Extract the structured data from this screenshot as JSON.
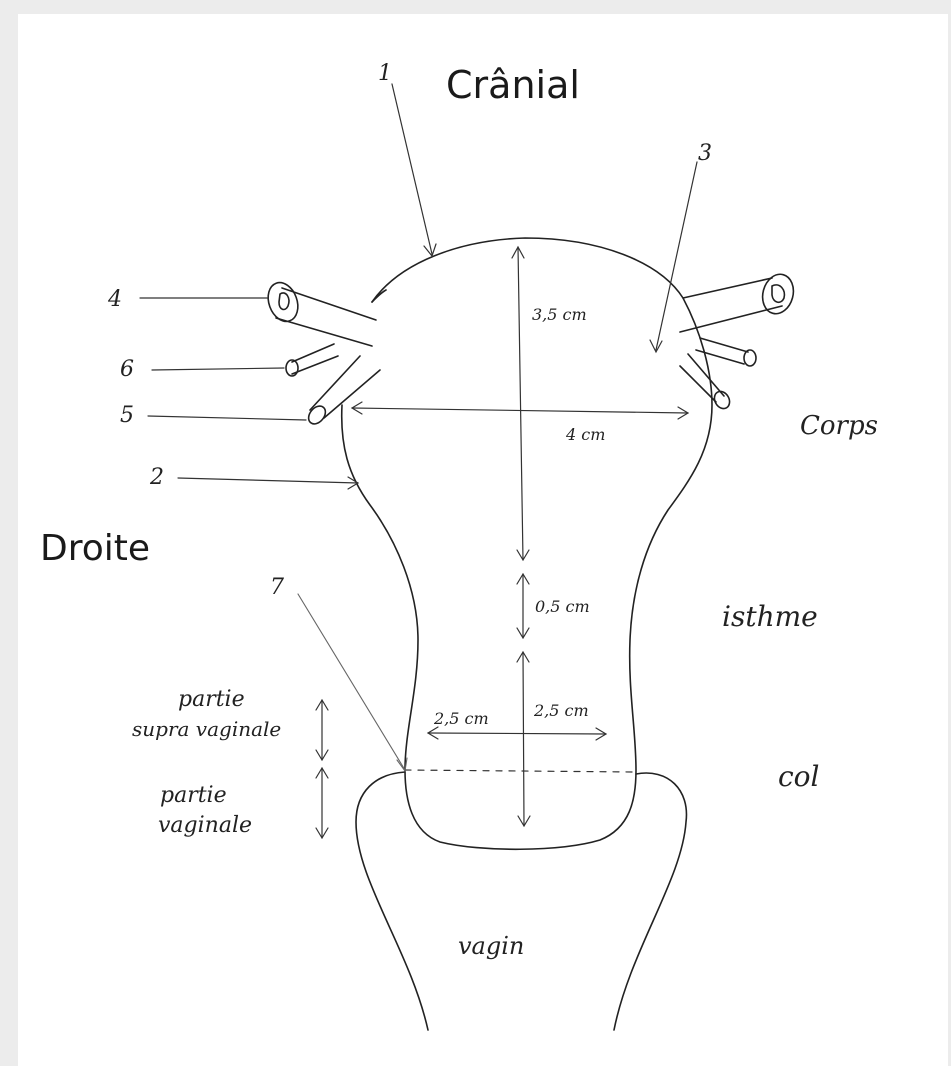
{
  "labels": {
    "cranial": "Crânial",
    "droite": "Droite",
    "corps": "Corps",
    "isthme": "isthme",
    "col": "col",
    "vagin": "vagin",
    "partie_supra_line1": "partie",
    "partie_supra_line2": "supra vaginale",
    "partie_vag_line1": "partie",
    "partie_vag_line2": "vaginale"
  },
  "numbers": {
    "n1": "1",
    "n2": "2",
    "n3": "3",
    "n4": "4",
    "n5": "5",
    "n6": "6",
    "n7": "7"
  },
  "dimensions": {
    "height_body": "3,5 cm",
    "width_body": "4 cm",
    "isthmus": "0,5 cm",
    "cervix_width": "2,5 cm",
    "cervix_height": "2,5 cm"
  },
  "colors": {
    "ink": "#222222",
    "background": "#ffffff",
    "frame": "#ececec"
  }
}
